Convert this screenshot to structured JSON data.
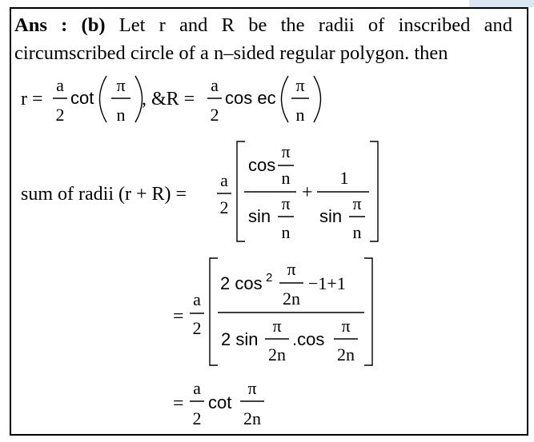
{
  "answer": {
    "label": "Ans",
    "colon": ":",
    "option": "(b)",
    "statement_line1": "Let r and R be the radii of inscribed and",
    "statement_line2": "circumscribed circle of a n–sided regular polygon. then"
  },
  "formulas": {
    "r_lhs": "r =",
    "a": "a",
    "two": "2",
    "pi": "π",
    "n": "n",
    "two_n": "2n",
    "cot": "cot",
    "cosec": "cos ec",
    "sep": ", &R =",
    "cos": "cos",
    "sin": "sin",
    "one": "1",
    "plus": "+",
    "equals": "=",
    "sum_lhs": "sum of radii (r + R) =",
    "two_cos": "2 cos",
    "squared": "2",
    "minus_one_plus_one": "−1+1",
    "two_sin": "2 sin",
    "dot_cos": ".cos"
  }
}
